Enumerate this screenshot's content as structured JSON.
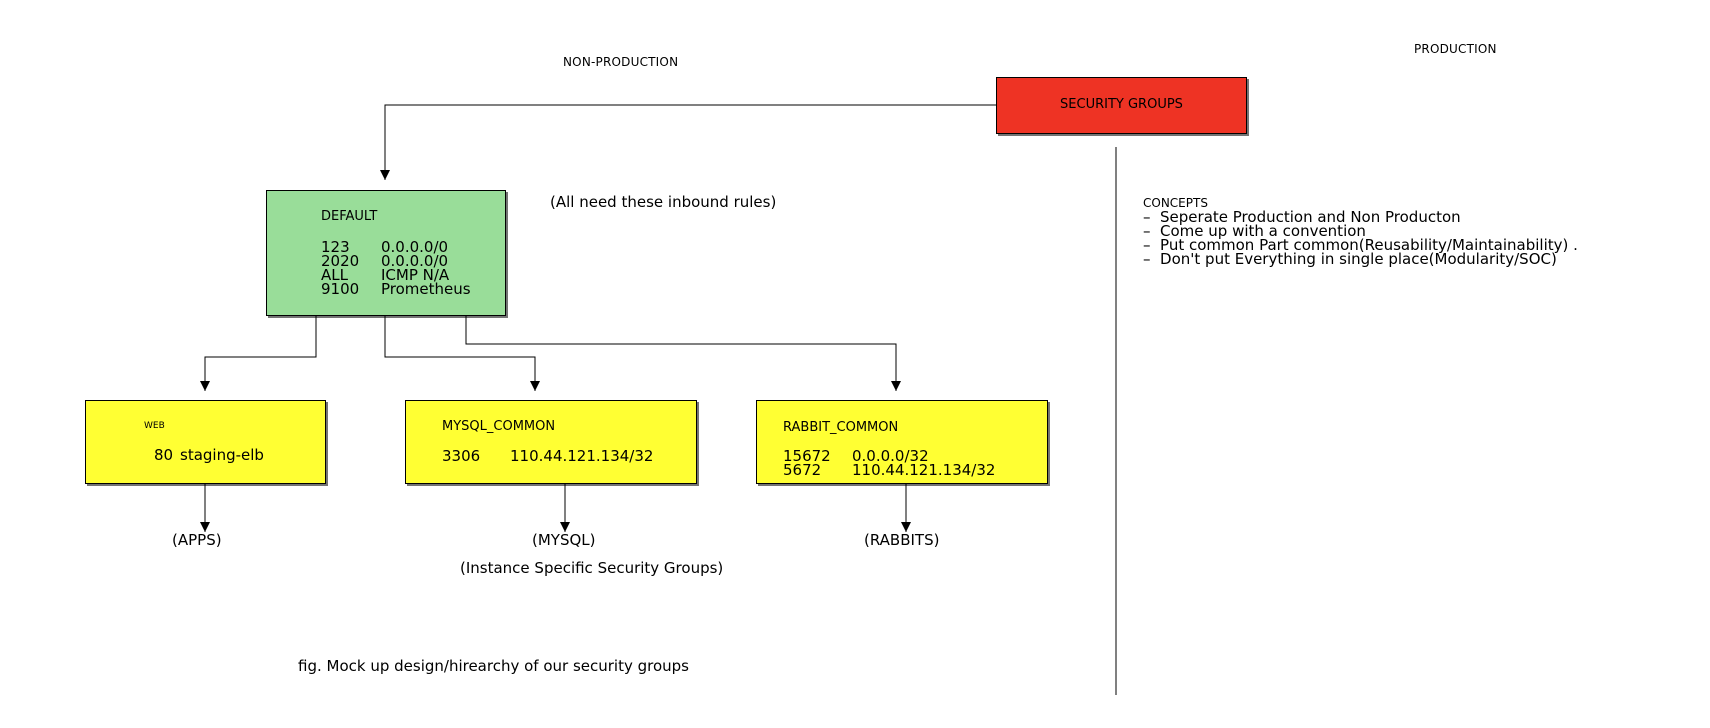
{
  "labels": {
    "non_production": "NON-PRODUCTION",
    "production": "PRODUCTION",
    "inbound_note": "(All need these inbound rules)",
    "instance_specific": "(Instance Specific Security Groups)",
    "caption": "fig. Mock up design/hirearchy of our security groups"
  },
  "root": {
    "label": "SECURITY GROUPS",
    "color": "#ee3324"
  },
  "default_group": {
    "title": "DEFAULT",
    "color": "#99dd99",
    "rules": [
      {
        "port": "123",
        "source": "0.0.0.0/0"
      },
      {
        "port": "2020",
        "source": "0.0.0.0/0"
      },
      {
        "port": "ALL",
        "source": "ICMP N/A"
      },
      {
        "port": "9100",
        "source": "Prometheus"
      }
    ]
  },
  "groups": [
    {
      "title": "WEB",
      "color": "#ffff33",
      "rules": [
        {
          "port": "80",
          "source": "staging-elb"
        }
      ],
      "target": "(APPS)"
    },
    {
      "title": "MYSQL_COMMON",
      "color": "#ffff33",
      "rules": [
        {
          "port": "3306",
          "source": "110.44.121.134/32"
        }
      ],
      "target": "(MYSQL)"
    },
    {
      "title": "RABBIT_COMMON",
      "color": "#ffff33",
      "rules": [
        {
          "port": "15672",
          "source": "0.0.0.0/32"
        },
        {
          "port": "5672",
          "source": "110.44.121.134/32"
        }
      ],
      "target": "(RABBITS)"
    }
  ],
  "concepts": {
    "heading": "CONCEPTS",
    "items": [
      "–  Seperate Production and Non Producton",
      "–  Come up with a convention",
      "–  Put common Part common(Reusability/Maintainability) .",
      "–  Don't put Everything in single place(Modularity/SOC)"
    ]
  }
}
